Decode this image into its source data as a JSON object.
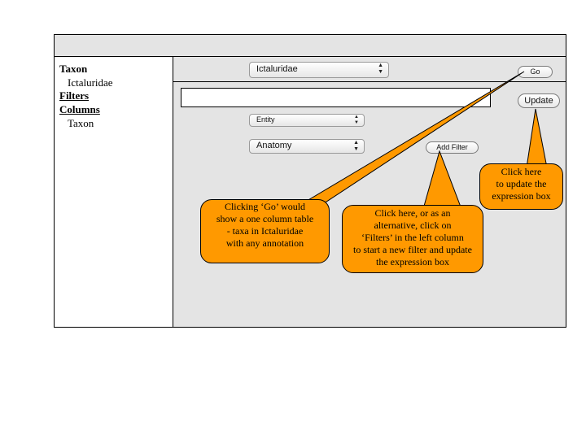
{
  "sidebar": {
    "taxon_heading": "Taxon",
    "taxon_value": "Ictaluridae",
    "filters_link": "Filters",
    "columns_heading": "Columns",
    "columns_value": "Taxon"
  },
  "main": {
    "taxon_select": "Ictaluridae",
    "go_button": "Go",
    "update_button": "Update",
    "entity_select": "Entity",
    "anatomy_select": "Anatomy",
    "add_filter_button": "Add Filter"
  },
  "callouts": {
    "go": {
      "lines": [
        "Clicking ‘Go’ would",
        "show a one column table",
        "- taxa in Ictaluridae",
        "with any annotation"
      ]
    },
    "filter": {
      "lines": [
        "Click here, or as an",
        "alternative, click on",
        "‘Filters’ in the left column",
        "to start a new filter and update",
        "the expression box"
      ]
    },
    "update": {
      "lines": [
        "Click here",
        "to update the",
        "expression box"
      ]
    }
  },
  "colors": {
    "callout": "#ff9900",
    "panel": "#e4e4e4"
  }
}
